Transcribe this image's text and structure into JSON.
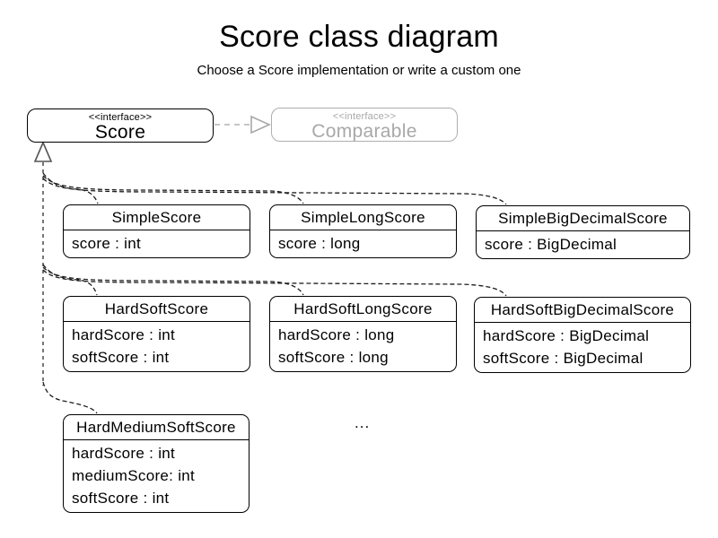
{
  "header": {
    "title": "Score class diagram",
    "subtitle": "Choose a Score implementation or write a custom one"
  },
  "interfaces": {
    "score": {
      "stereotype": "<<interface>>",
      "name": "Score"
    },
    "comparable": {
      "stereotype": "<<interface>>",
      "name": "Comparable"
    }
  },
  "classes": [
    {
      "name": "SimpleScore",
      "attributes": [
        "score : int"
      ]
    },
    {
      "name": "SimpleLongScore",
      "attributes": [
        "score : long"
      ]
    },
    {
      "name": "SimpleBigDecimalScore",
      "attributes": [
        "score : BigDecimal"
      ]
    },
    {
      "name": "HardSoftScore",
      "attributes": [
        "hardScore : int",
        "softScore : int"
      ]
    },
    {
      "name": "HardSoftLongScore",
      "attributes": [
        "hardScore : long",
        "softScore : long"
      ]
    },
    {
      "name": "HardSoftBigDecimalScore",
      "attributes": [
        "hardScore : BigDecimal",
        "softScore : BigDecimal"
      ]
    },
    {
      "name": "HardMediumSoftScore",
      "attributes": [
        "hardScore : int",
        "mediumScore: int",
        "softScore : int"
      ]
    }
  ],
  "ellipsis": "...",
  "colors": {
    "class_border": "#000000",
    "muted_gray": "#aeaeae",
    "realization_gray": "#555555",
    "branch_line": "#1c1c1c"
  }
}
